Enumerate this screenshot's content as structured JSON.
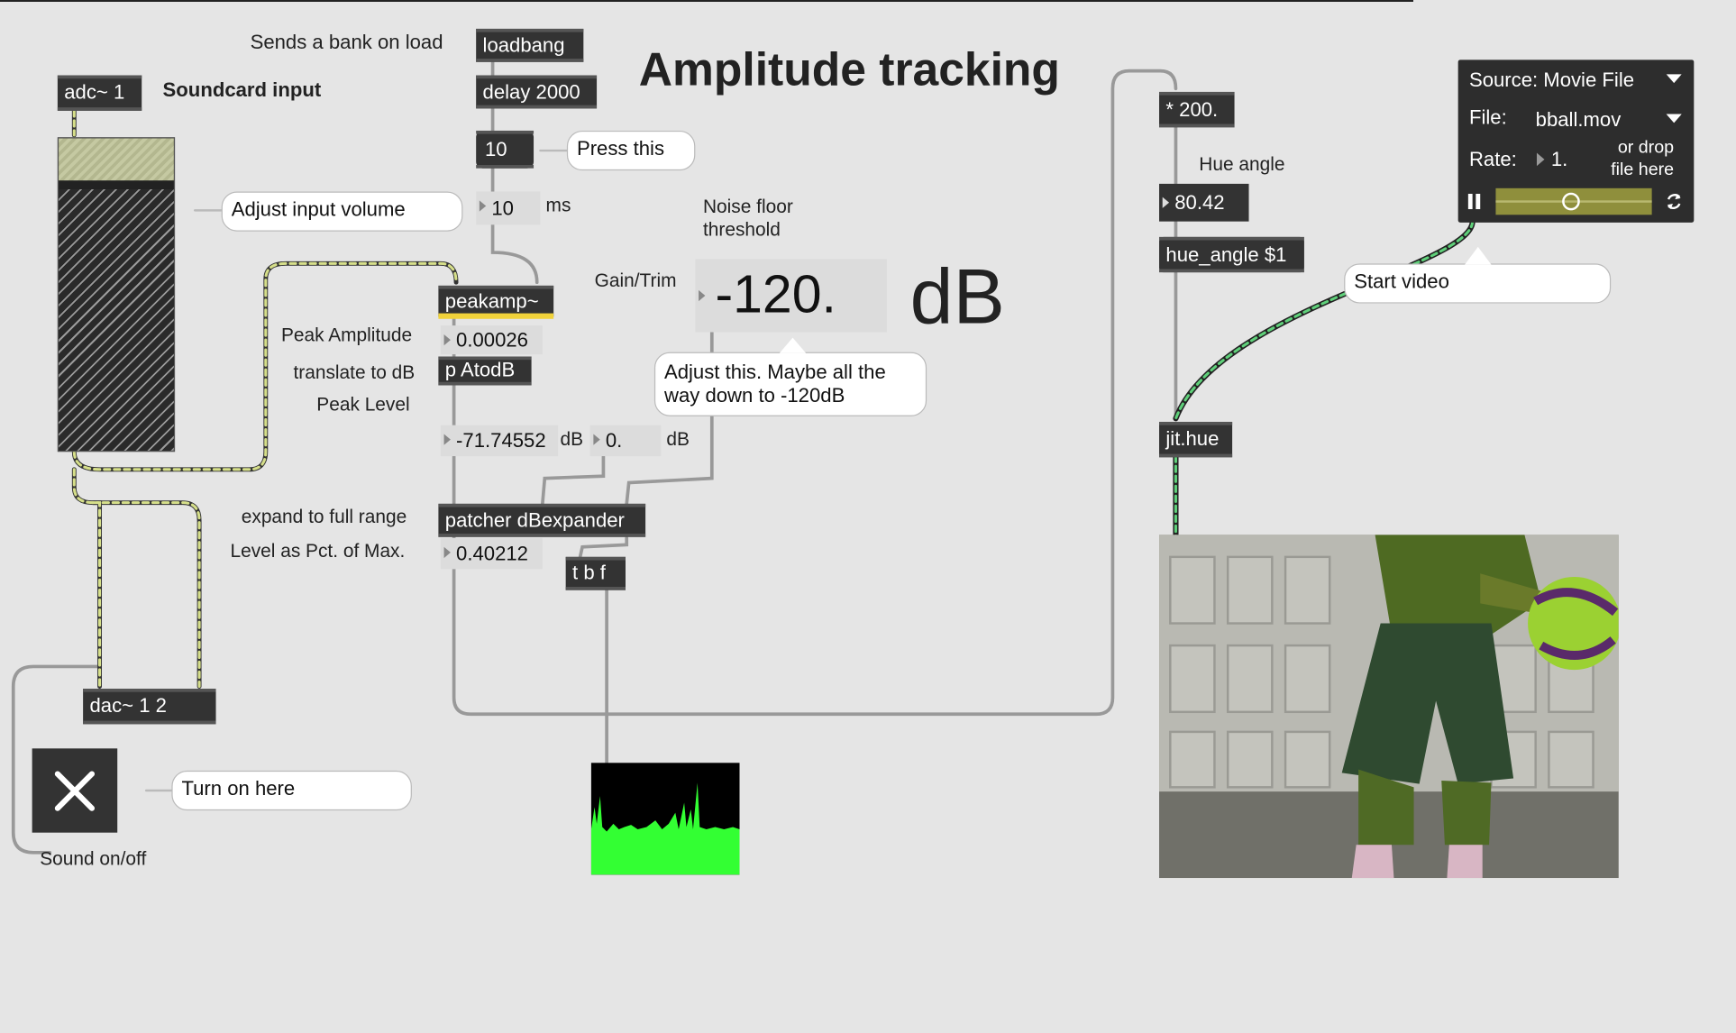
{
  "title": "Amplitude tracking",
  "labels": {
    "sends_bank": "Sends a bank on load",
    "soundcard_input": "Soundcard input",
    "ms": "ms",
    "noise_floor": "Noise floor\nthreshold",
    "gain_trim": "Gain/Trim",
    "db_big": "dB",
    "peak_amplitude": "Peak Amplitude",
    "translate_db": "translate to dB",
    "peak_level": "Peak Level",
    "db1": "dB",
    "db2": "dB",
    "expand": "expand to full range",
    "level_pct": "Level as Pct. of Max.",
    "sound_onoff": "Sound on/off",
    "hue_angle": "Hue angle"
  },
  "objects": {
    "loadbang": "loadbang",
    "delay": "delay 2000",
    "adc": "adc~ 1",
    "msg10": "10",
    "peakamp": "peakamp~",
    "atodb": "p AtodB",
    "dbexpander": "patcher dBexpander",
    "tbf": "t b f",
    "dac": "dac~ 1 2",
    "mul200": "* 200.",
    "hue_msg": "hue_angle $1",
    "jithue": "jit.hue"
  },
  "numbers": {
    "ms_value": "10",
    "gain_trim": "-120.",
    "peak_amplitude": "0.00026",
    "peak_level": "-71.74552",
    "zero": "0.",
    "level_pct": "0.40212",
    "hue": "80.42"
  },
  "comments": {
    "press_this": "Press this",
    "adjust_volume": "Adjust input volume",
    "adjust_this": "Adjust this. Maybe all the way down to -120dB",
    "turn_on": "Turn on here",
    "start_video": "Start video"
  },
  "player": {
    "source_label": "Source: Movie File",
    "file_label": "File:",
    "file_value": "bball.mov",
    "rate_label": "Rate:",
    "rate_value": "1.",
    "drop_hint": "or drop\nfile here",
    "scrub_position": 0.48
  },
  "meter": {
    "input_level": 0.03
  },
  "toggle": {
    "on": true
  },
  "colors": {
    "background": "#e5e5e5",
    "object": "#333333",
    "highlight": "#f0d23a",
    "signal_cord": "#c7d47a",
    "jitter_cord": "#3a9d5a",
    "scope_green": "#33ff33"
  }
}
